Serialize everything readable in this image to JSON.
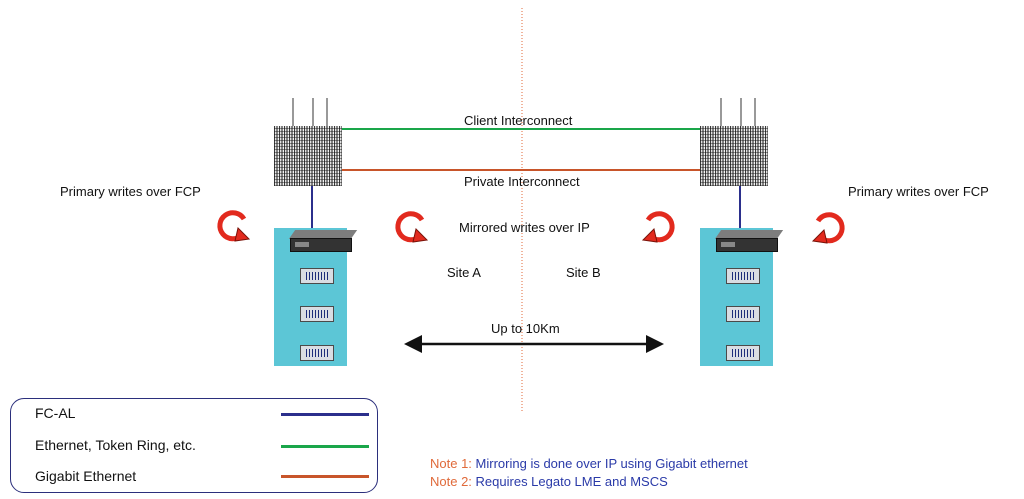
{
  "labels": {
    "client_interconnect": "Client Interconnect",
    "private_interconnect": "Private Interconnect",
    "primary_left": "Primary writes over FCP",
    "primary_right": "Primary writes over FCP",
    "mirrored": "Mirrored writes over IP",
    "site_a": "Site A",
    "site_b": "Site B",
    "distance": "Up to 10Km"
  },
  "legend": [
    {
      "label": "FC-AL",
      "color": "#2b2f8c"
    },
    {
      "label": "Ethernet, Token Ring, etc.",
      "color": "#1aa64a"
    },
    {
      "label": "Gigabit Ethernet",
      "color": "#c8552a"
    }
  ],
  "notes": [
    {
      "key": "Note 1:",
      "text": "Mirroring is done over IP using Gigabit ethernet"
    },
    {
      "key": "Note 2:",
      "text": "Requires Legato LME and MSCS"
    }
  ],
  "colors": {
    "storage": "#5cc6d6",
    "arrow_red": "#e22a1e",
    "divider": "#e06a3a"
  }
}
